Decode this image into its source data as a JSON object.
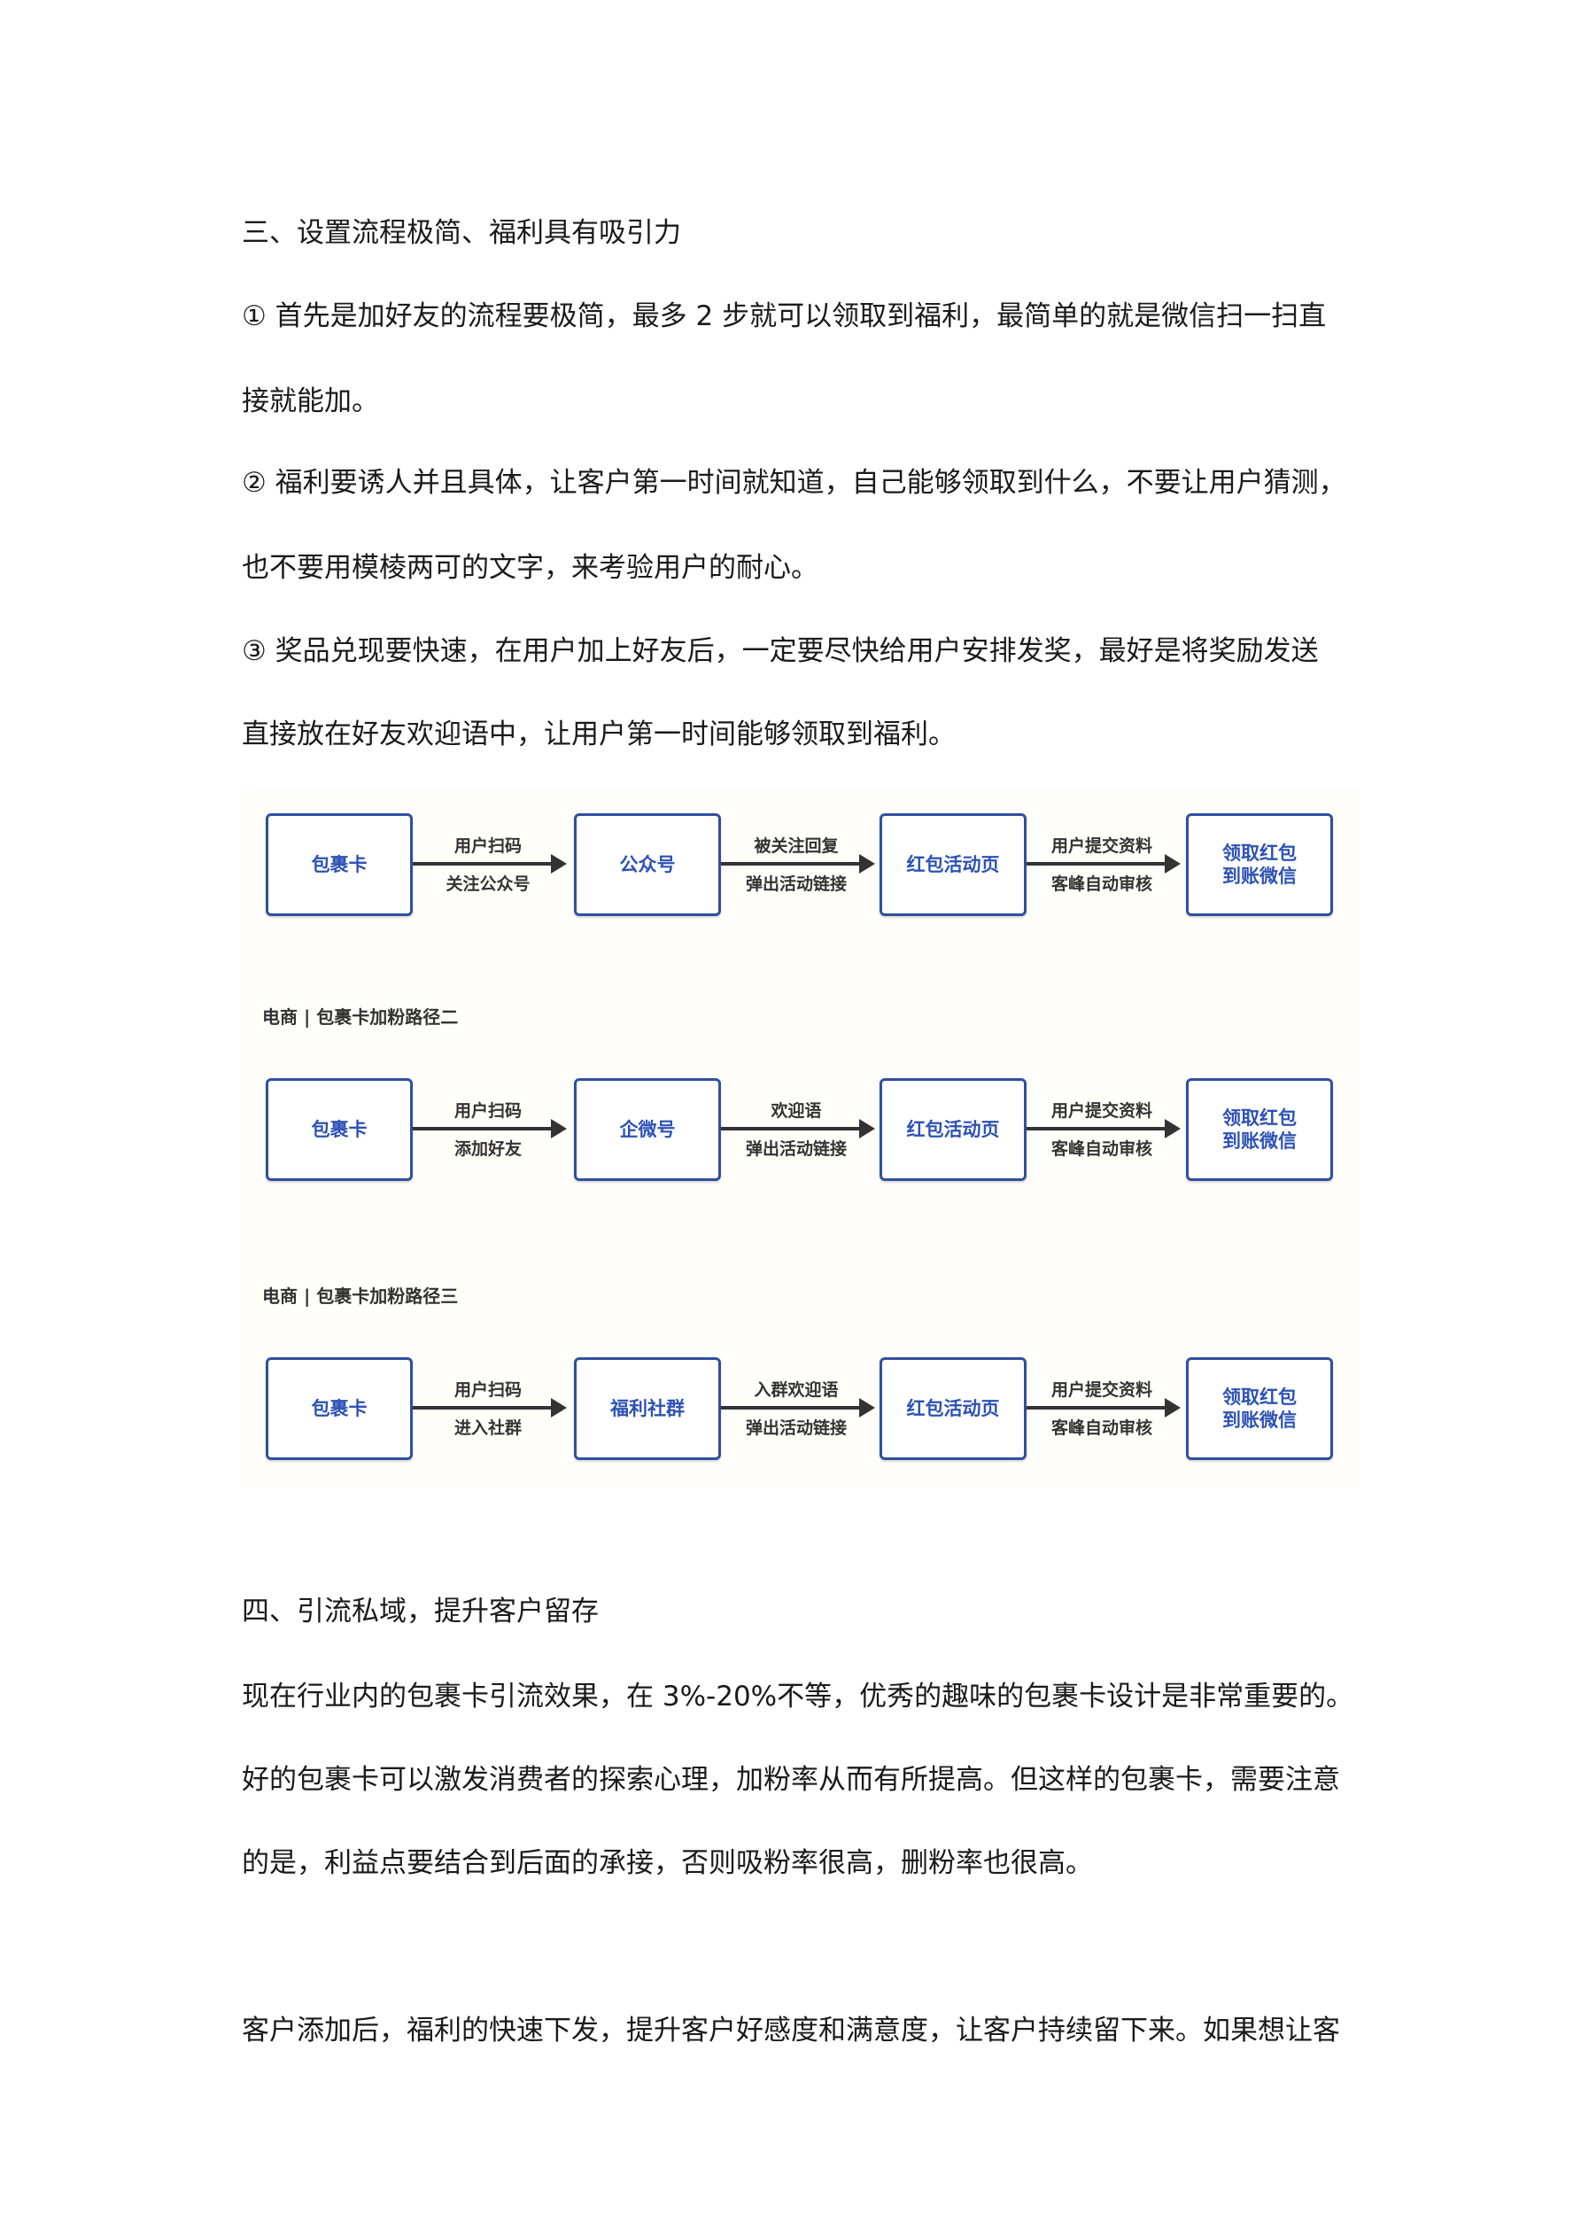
{
  "section3": {
    "heading": "三、设置流程极简、福利具有吸引力",
    "lines": [
      "① 首先是加好友的流程要极简，最多 2 步就可以领取到福利，最简单的就是微信扫一扫直",
      "接就能加。",
      "② 福利要诱人并且具体，让客户第一时间就知道，自己能够领取到什么，不要让用户猜测，",
      "也不要用模棱两可的文字，来考验用户的耐心。",
      "③ 奖品兑现要快速，在用户加上好友后，一定要尽快给用户安排发奖，最好是将奖励发送",
      "直接放在好友欢迎语中，让用户第一时间能够领取到福利。"
    ]
  },
  "diagram": {
    "rows": [
      {
        "title": "",
        "boxes": [
          "包裹卡",
          "公众号",
          "红包活动页",
          "领取红包\n到账微信"
        ],
        "steps": [
          [
            "用户扫码",
            "关注公众号"
          ],
          [
            "被关注回复",
            "弹出活动链接"
          ],
          [
            "用户提交资料",
            "客峰自动审核"
          ]
        ]
      },
      {
        "title": "电商 | 包裹卡加粉路径二",
        "boxes": [
          "包裹卡",
          "企微号",
          "红包活动页",
          "领取红包\n到账微信"
        ],
        "steps": [
          [
            "用户扫码",
            "添加好友"
          ],
          [
            "欢迎语",
            "弹出活动链接"
          ],
          [
            "用户提交资料",
            "客峰自动审核"
          ]
        ]
      },
      {
        "title": "电商 | 包裹卡加粉路径三",
        "boxes": [
          "包裹卡",
          "福利社群",
          "红包活动页",
          "领取红包\n到账微信"
        ],
        "steps": [
          [
            "用户扫码",
            "进入社群"
          ],
          [
            "入群欢迎语",
            "弹出活动链接"
          ],
          [
            "用户提交资料",
            "客峰自动审核"
          ]
        ]
      }
    ]
  },
  "section4": {
    "heading": "四、引流私域，提升客户留存",
    "lines": [
      "现在行业内的包裹卡引流效果，在 3%-20%不等，优秀的趣味的包裹卡设计是非常重要的。",
      "好的包裹卡可以激发消费者的探索心理，加粉率从而有所提高。但这样的包裹卡，需要注意",
      "的是，利益点要结合到后面的承接，否则吸粉率很高，删粉率也很高。",
      "客户添加后，福利的快速下发，提升客户好感度和满意度，让客户持续留下来。如果想让客"
    ]
  }
}
